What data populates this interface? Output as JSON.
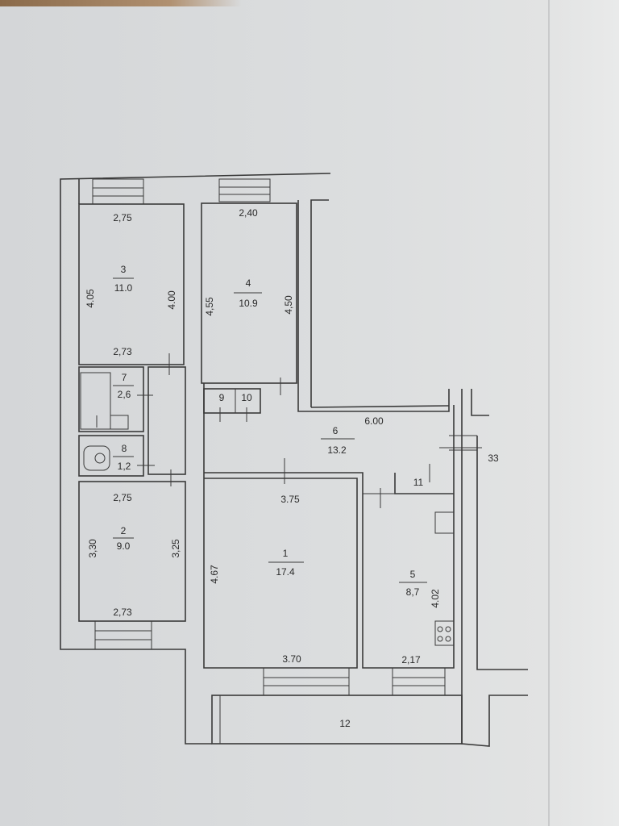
{
  "plan": {
    "rooms": [
      {
        "number": "1",
        "area": "17.4",
        "dims": [
          "3.75",
          "4.67",
          "3.70"
        ]
      },
      {
        "number": "2",
        "area": "9.0",
        "dims": [
          "2,75",
          "3,30",
          "3,25",
          "2,73"
        ]
      },
      {
        "number": "3",
        "area": "11.0",
        "dims": [
          "2,75",
          "4.05",
          "4.00",
          "2,73"
        ]
      },
      {
        "number": "4",
        "area": "10.9",
        "dims": [
          "2,40",
          "4,55",
          "4,50"
        ]
      },
      {
        "number": "5",
        "area": "8,7",
        "dims": [
          "4.02",
          "2,17"
        ]
      },
      {
        "number": "6",
        "area": "13.2",
        "dims": [
          "6.00"
        ]
      },
      {
        "number": "7",
        "area": "2,6"
      },
      {
        "number": "8",
        "area": "1,2"
      },
      {
        "number": "9"
      },
      {
        "number": "10"
      },
      {
        "number": "11"
      },
      {
        "number": "12"
      }
    ],
    "stair_label": "33"
  }
}
